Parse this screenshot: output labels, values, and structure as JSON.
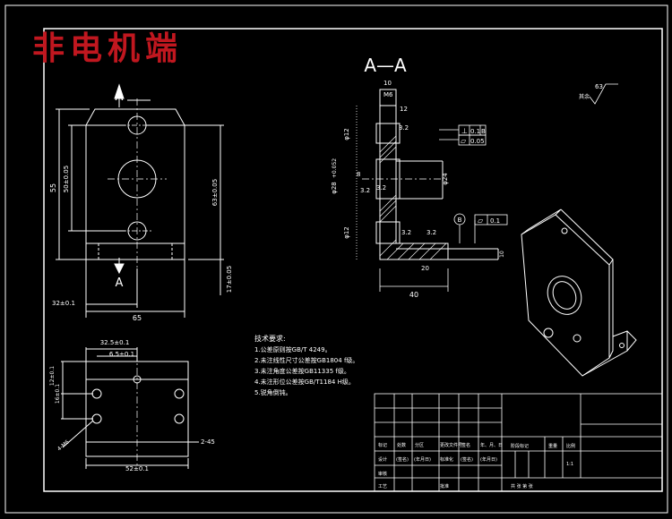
{
  "watermark": "非电机端",
  "colors": {
    "background": "#000000",
    "line": "#ffffff",
    "dimension": "#ffffff",
    "watermark": "#c0171f",
    "hatch": "#ffffff"
  },
  "front_view": {
    "section_mark_top": "A",
    "section_mark_bottom": "A",
    "dims": {
      "height_left": "55",
      "hole_spacing": "50±0.05",
      "height_right": "63±0.05",
      "base_right": "17±0.05",
      "offset_bottom": "32±0.1",
      "width_bottom": "65"
    }
  },
  "section_view": {
    "title": "A—A",
    "dims": {
      "top_m": "M6",
      "top_10": "10",
      "top_12": "12",
      "d_upper": "φ12",
      "d_big": "φ28",
      "d_tol": "+0.052",
      "dist_8": "8",
      "d_right": "φ24",
      "d_lower": "φ12",
      "rough_a": "3.2",
      "rough_b": "3.2",
      "rough_c": "3.2",
      "rough_d": "3.2",
      "rough_e": "3.2",
      "dim_40": "40",
      "base_10": "10",
      "dim_20": "20"
    },
    "gdt_frame_1": [
      "⊥",
      "0.1",
      "B"
    ],
    "gdt_frame_2": [
      "▱",
      "0.05"
    ],
    "datum_b": "B",
    "gdt_frame_3": [
      "▱",
      "0.1"
    ]
  },
  "top_view": {
    "dims": {
      "top_width": "32.5±0.1",
      "hole_width": "6.5±0.1",
      "left_height": "16±0.1",
      "left_height2": "12±0.1",
      "holes": "4-M6",
      "chamfer": "2-45",
      "bottom_width": "52±0.1"
    }
  },
  "roughness_corner": {
    "symbol": "63",
    "label": "其余"
  },
  "tech_requirements": {
    "title": "技术要求:",
    "items": [
      "1.公差原则按GB/T 4249。",
      "2.未注线性尺寸公差按GB1804 f级。",
      "3.未注角度公差按GB11335 f级。",
      "4.未注形位公差按GB/T1184 H级。",
      "5.锐角倒钝。"
    ]
  },
  "title_block": {
    "row_a": [
      "标记",
      "处数",
      "分区",
      "更改文件号",
      "签名",
      "年、月、日"
    ],
    "row_b": [
      "设计",
      "(签名)",
      "(年月日)",
      "标准化",
      "(签名)",
      "(年月日)"
    ],
    "stage_labels": [
      "阶段标记",
      "重量",
      "比例"
    ],
    "scale": "1:1",
    "row_c": [
      "审核"
    ],
    "row_d": [
      "工艺",
      "批准"
    ],
    "sheet_info": "共 张 第 张"
  }
}
